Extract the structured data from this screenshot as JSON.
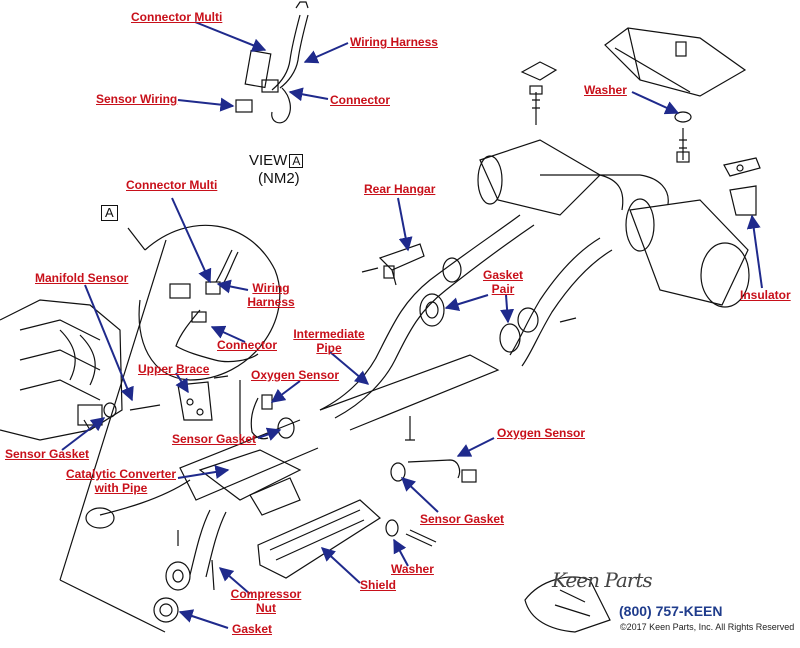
{
  "labels": {
    "connector_multi_top": "Connector Multi",
    "wiring_harness_top": "Wiring Harness",
    "sensor_wiring": "Sensor Wiring",
    "connector_top": "Connector",
    "washer_top": "Washer",
    "connector_multi_view": "Connector Multi",
    "rear_hangar": "Rear Hangar",
    "wiring_harness_view_1": "Wiring",
    "wiring_harness_view_2": "Harness",
    "manifold_sensor": "Manifold Sensor",
    "gasket_pair_1": "Gasket",
    "gasket_pair_2": "Pair",
    "insulator": "Insulator",
    "intermediate_pipe_1": "Intermediate",
    "intermediate_pipe_2": "Pipe",
    "connector_view": "Connector",
    "upper_brace": "Upper Brace",
    "oxygen_sensor_mid": "Oxygen Sensor",
    "sensor_gasket_mid": "Sensor Gasket",
    "oxygen_sensor_right": "Oxygen Sensor",
    "sensor_gasket_left": "Sensor Gasket",
    "catalytic_converter_1": "Catalytic Converter",
    "catalytic_converter_2": "with Pipe",
    "sensor_gasket_right": "Sensor Gasket",
    "washer_bottom": "Washer",
    "shield": "Shield",
    "compressor_nut_1": "Compressor",
    "compressor_nut_2": "Nut",
    "gasket_bottom": "Gasket"
  },
  "view": {
    "word": "VIEW",
    "letter": "A",
    "code": "(NM2)",
    "callout_letter": "A"
  },
  "brand": {
    "logo": "Keen Parts",
    "phone": "(800) 757-KEEN",
    "copyright": "©2017 Keen Parts, Inc. All Rights Reserved"
  },
  "colors": {
    "label": "#c8101a",
    "arrow": "#1f2a8c",
    "line_art": "#111111"
  }
}
